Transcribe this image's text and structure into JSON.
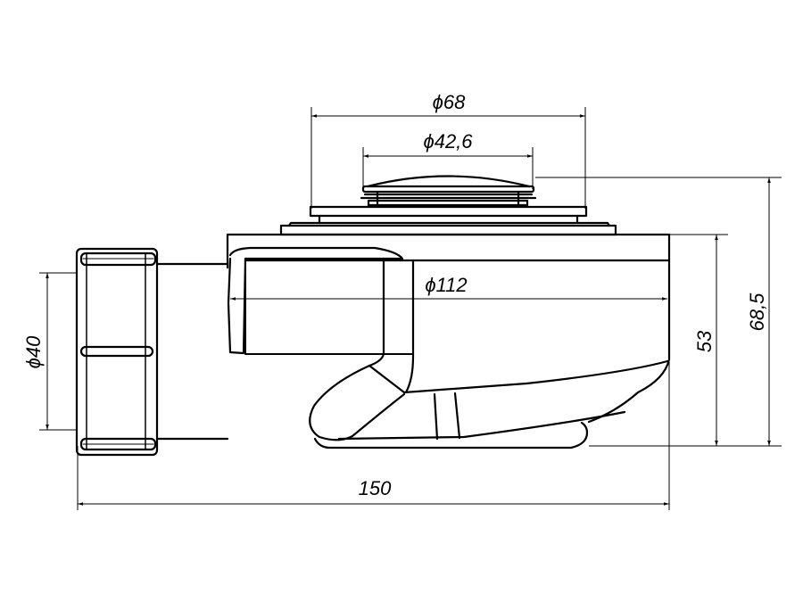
{
  "drawing": {
    "title": "Shower drain siphon side view",
    "dimensions": {
      "top_plate_diameter": "ϕ68",
      "cap_diameter": "ϕ42,6",
      "body_diameter": "ϕ112",
      "body_height": "53",
      "total_height": "68,5",
      "outlet_diameter": "ϕ40",
      "total_length": "150"
    }
  }
}
